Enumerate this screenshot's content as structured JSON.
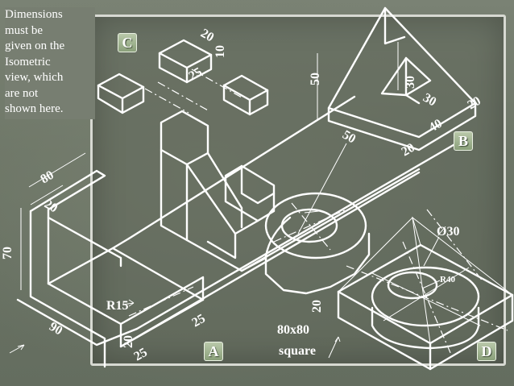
{
  "note": {
    "lines": [
      "Dimensions",
      "must be",
      "given on the",
      "Isometric",
      "view, which",
      "are not",
      "shown here."
    ]
  },
  "labels": {
    "A": "A",
    "B": "B",
    "C": "C",
    "D": "D"
  },
  "dimensions": {
    "c_20": "20",
    "c_10": "10",
    "c_25": "25",
    "b_50_vertical": "50",
    "b_30_vertical": "30",
    "b_30_slot": "30",
    "b_20_right": "20",
    "b_50_base": "50",
    "b_40": "40",
    "b_20_base": "20",
    "a_80": "80",
    "a_20": "20",
    "a_70": "70",
    "a_R15": "R15",
    "a_90": "90",
    "a_20_bottom": "20",
    "a_25_slot": "25",
    "a_25_bottom": "25",
    "d_diameter": "Ø30",
    "d_R40": "R40",
    "d_20": "20",
    "d_square_1": "80x80",
    "d_square_2": "square"
  },
  "colors": {
    "chalk": "#ffffff",
    "board": "#6c7566"
  }
}
